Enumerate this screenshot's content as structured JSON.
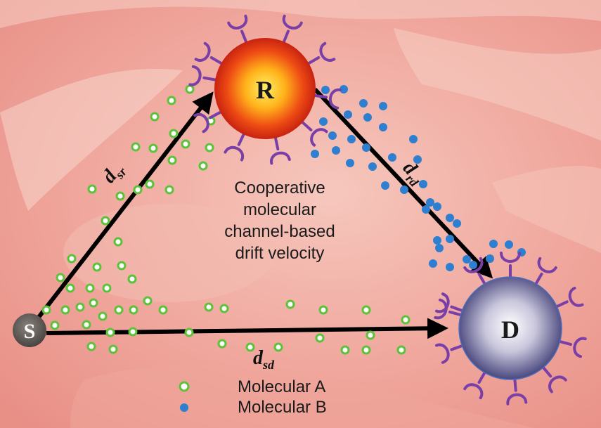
{
  "nodes": {
    "source": "S",
    "relay": "R",
    "destination": "D"
  },
  "links": {
    "sr": {
      "base": "d",
      "sub": "sr"
    },
    "rd": {
      "base": "d",
      "sub": "rd"
    },
    "sd": {
      "base": "d",
      "sub": "sd"
    }
  },
  "center_text": [
    "Cooperative",
    "molecular",
    "channel-based",
    "drift velocity"
  ],
  "legend": [
    {
      "label": "Molecular A",
      "color": "#7ed957"
    },
    {
      "label": "Molecular B",
      "color": "#2f86d6"
    }
  ],
  "colors": {
    "molecule_a": "#5cc23a",
    "molecule_b": "#2f7fd1",
    "receptor": "#7a3fa6",
    "arrow": "#000000",
    "background": "#f3b3aa"
  }
}
